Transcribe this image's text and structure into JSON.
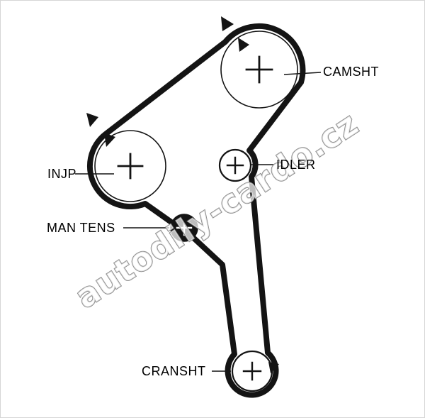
{
  "diagram": {
    "watermark": "autodily-cardo.cz",
    "labels": {
      "camshaft": "CAMSHT",
      "injection_pump": "INJP",
      "idler": "IDLER",
      "manual_tensioner": "MAN TENS",
      "crankshaft": "CRANSHT"
    },
    "colors": {
      "belt": "#141414",
      "line": "#141414",
      "watermark_stroke": "#8a8a8a",
      "background": "#ffffff"
    }
  }
}
